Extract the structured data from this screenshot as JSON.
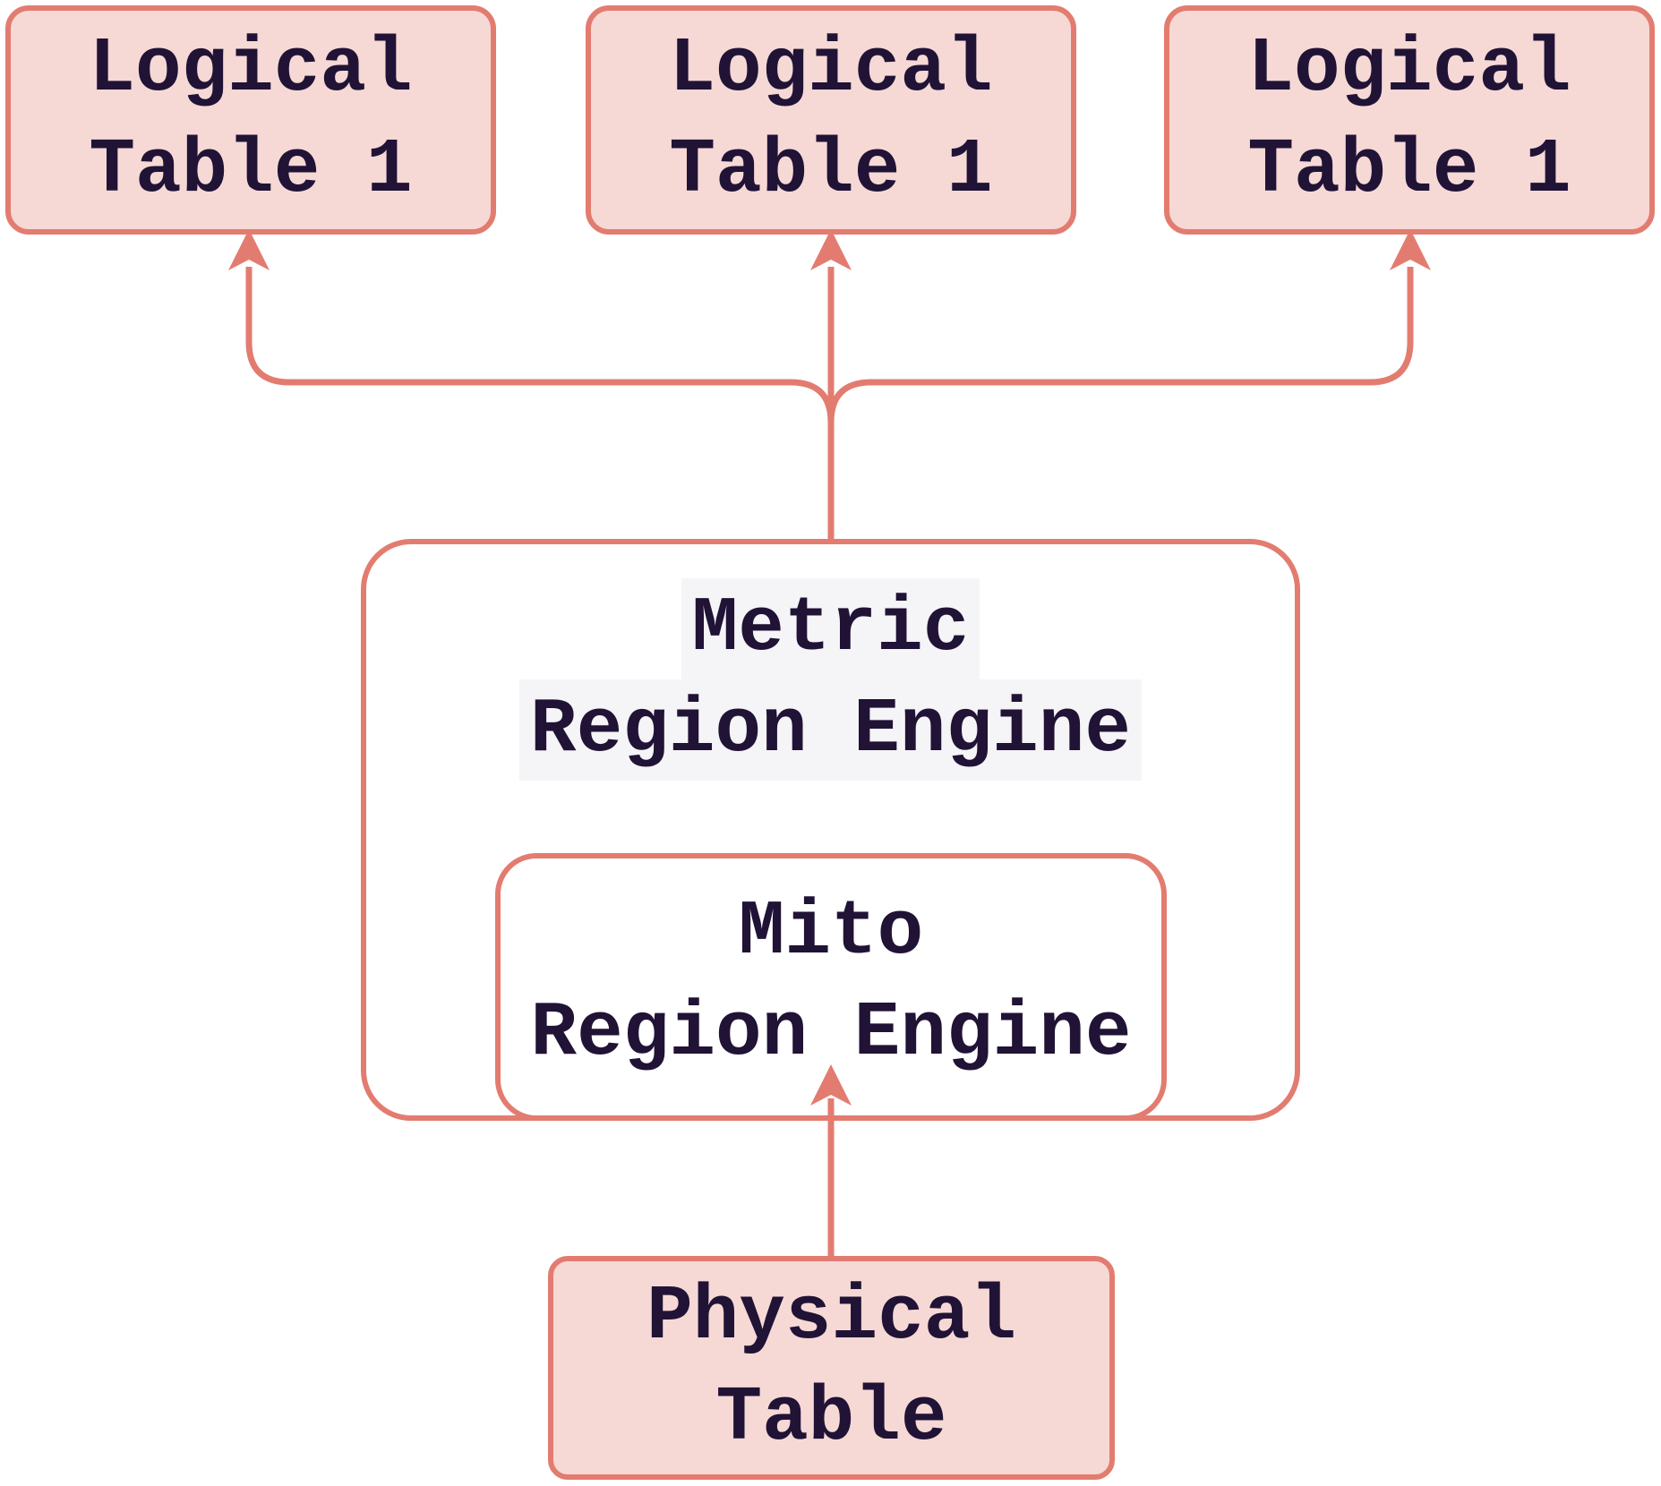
{
  "diagram": {
    "title": "Region engine to table mapping diagram",
    "nodes": {
      "logical_table_left": {
        "line1": "Logical",
        "line2": "Table 1"
      },
      "logical_table_center": {
        "line1": "Logical",
        "line2": "Table 1"
      },
      "logical_table_right": {
        "line1": "Logical",
        "line2": "Table 1"
      },
      "metric_region_engine": {
        "line1": "Metric",
        "line2": "Region Engine"
      },
      "mito_region_engine": {
        "line1": "Mito",
        "line2": "Region Engine"
      },
      "physical_table": {
        "line1": "Physical",
        "line2": "Table"
      }
    },
    "edges": [
      {
        "from": "metric_region_engine",
        "to": "logical_table_left",
        "arrow": "up"
      },
      {
        "from": "metric_region_engine",
        "to": "logical_table_center",
        "arrow": "up"
      },
      {
        "from": "metric_region_engine",
        "to": "logical_table_right",
        "arrow": "up"
      },
      {
        "from": "physical_table",
        "to": "mito_region_engine",
        "arrow": "up"
      }
    ],
    "containment": [
      {
        "parent": "metric_region_engine",
        "child": "mito_region_engine"
      }
    ],
    "colors": {
      "stroke": "#e37c70",
      "node_fill_pink": "#f6d9d5",
      "node_fill_white": "#ffffff",
      "text": "#201336",
      "text_highlight": "#f5f4f7",
      "background": "#ffffff"
    }
  }
}
